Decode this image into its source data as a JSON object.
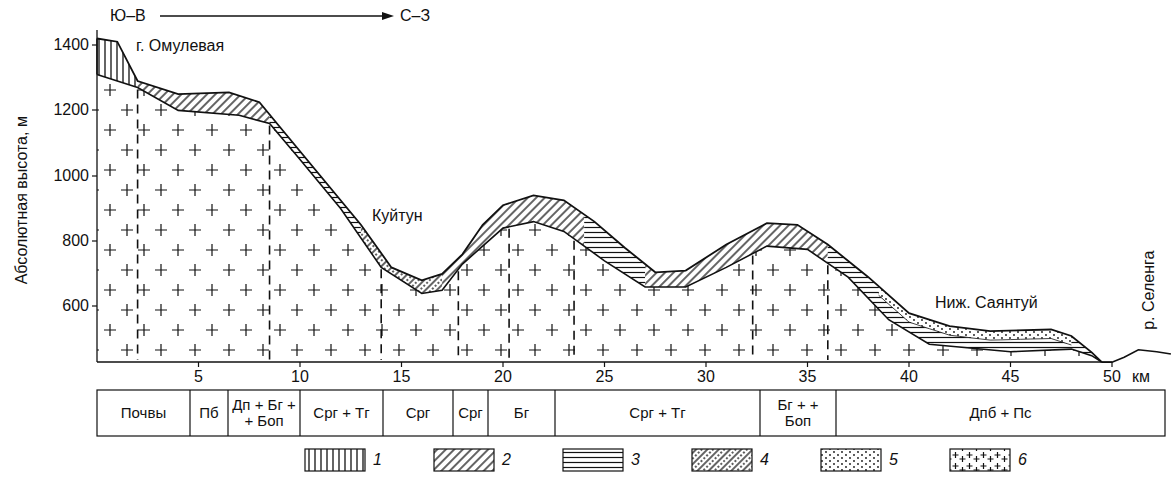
{
  "diagram": {
    "labels": [
      "Ю–В",
      "С–З",
      "Абсолютная высота, м",
      "1400",
      "1200",
      "1000",
      "800",
      "600",
      "г. Омулевая",
      "Куйтун",
      "Ниж. Саянтуй",
      "р. Селенга",
      "5",
      "10",
      "15",
      "20",
      "25",
      "30",
      "35",
      "40",
      "45",
      "50",
      "км",
      "Почвы",
      "Пб",
      "Дп + Бг + + Боп",
      "Срг + Тг",
      "Срг",
      "Срг",
      "Бг",
      "Срг + Тг",
      "Бг + + Боп",
      "Дпб + Пс"
    ],
    "legend": [
      {
        "text": "1"
      },
      {
        "text": "2"
      },
      {
        "text": "3"
      },
      {
        "text": "4"
      },
      {
        "text": "5"
      },
      {
        "text": "6"
      }
    ]
  }
}
